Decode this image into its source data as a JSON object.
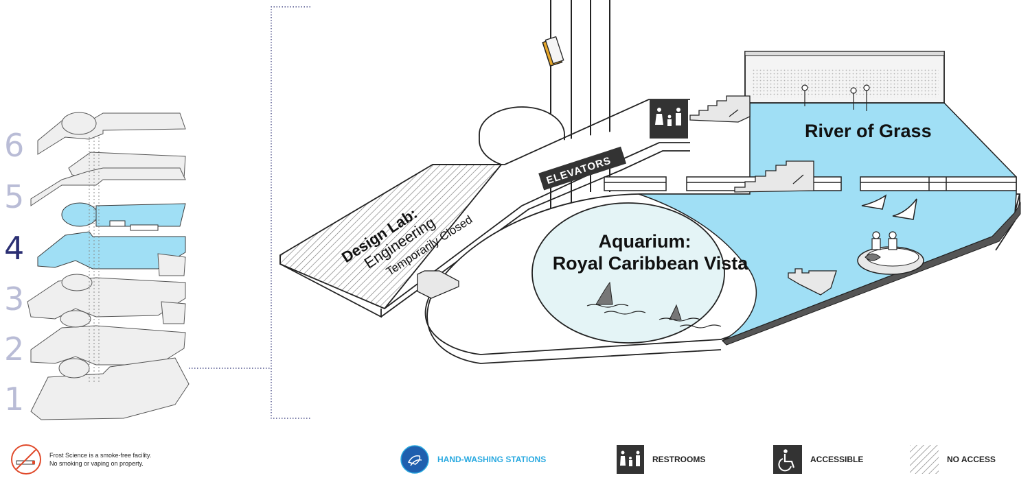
{
  "levels": {
    "items": [
      "6",
      "5",
      "4",
      "3",
      "2",
      "1"
    ],
    "active": "4"
  },
  "areas": {
    "design_lab": {
      "title": "Design Lab:",
      "subtitle": "Engineering",
      "note": "Temporarily Closed"
    },
    "aquarium": {
      "line1": "Aquarium:",
      "line2": "Royal Caribbean Vista"
    },
    "river": {
      "label": "River of Grass"
    },
    "elevators": {
      "label": "ELEVATORS"
    }
  },
  "legend": {
    "smoke_line1": "Frost Science is a smoke-free facility.",
    "smoke_line2": "No smoking or vaping on property.",
    "handwashing": "HAND-WASHING STATIONS",
    "restrooms": "RESTROOMS",
    "accessible": "ACCESSIBLE",
    "no_access": "NO ACCESS"
  },
  "colors": {
    "water": "#a0dff5",
    "aquarium_fill": "#e4f4f6",
    "active_level": "#2b2f73",
    "inactive_level": "#b9bcd6",
    "handwashing": "#29a9e0"
  },
  "icons": [
    "restroom-icon",
    "stairs-icon",
    "elevator-tag",
    "shark-fin-icon",
    "heron-icon",
    "boat-icon",
    "handwashing-icon",
    "accessible-icon",
    "no-smoking-icon"
  ]
}
